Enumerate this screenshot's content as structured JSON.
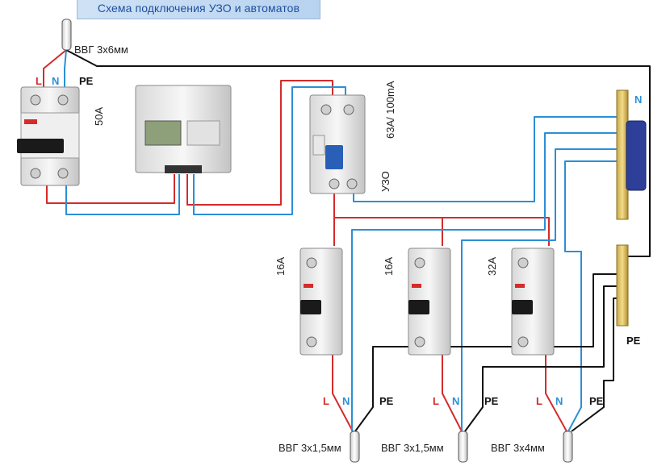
{
  "title": "Схема подключения УЗО и автоматов",
  "colors": {
    "phase": "#d42b2b",
    "neutral": "#2b8fd6",
    "pe": "#111111",
    "accent": "#1e4fa0"
  },
  "input_cable": {
    "label": "ВВГ 3х6мм",
    "l": "L",
    "n": "N",
    "pe": "PE"
  },
  "main_breaker": {
    "rating": "50A"
  },
  "rcd": {
    "rating": "63A/ 100mA",
    "name": "УЗО"
  },
  "buses": {
    "neutral": "N",
    "pe": "PE"
  },
  "breakers": [
    {
      "rating": "16A"
    },
    {
      "rating": "16A"
    },
    {
      "rating": "32A"
    }
  ],
  "outputs": [
    {
      "cable": "ВВГ 3х1,5мм",
      "l": "L",
      "n": "N",
      "pe": "PE"
    },
    {
      "cable": "ВВГ 3х1,5мм",
      "l": "L",
      "n": "N",
      "pe": "PE"
    },
    {
      "cable": "ВВГ 3х4мм",
      "l": "L",
      "n": "N",
      "pe": "PE"
    }
  ]
}
